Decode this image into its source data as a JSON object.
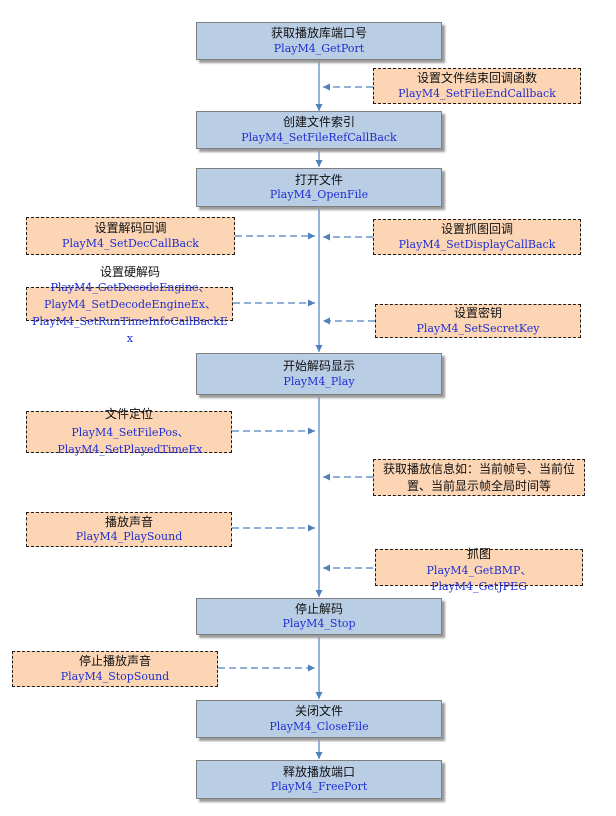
{
  "main_steps": [
    {
      "label": "获取播放库端口号",
      "api": "PlayM4_GetPort"
    },
    {
      "label": "创建文件索引",
      "api": "PlayM4_SetFileRefCallBack"
    },
    {
      "label": "打开文件",
      "api": "PlayM4_OpenFile"
    },
    {
      "label": "开始解码显示",
      "api": "PlayM4_Play"
    },
    {
      "label": "停止解码",
      "api": "PlayM4_Stop"
    },
    {
      "label": "关闭文件",
      "api": "PlayM4_CloseFile"
    },
    {
      "label": "释放播放端口",
      "api": "PlayM4_FreePort"
    }
  ],
  "side_steps": [
    {
      "label": "设置文件结束回调函数",
      "api": "PlayM4_SetFileEndCallback"
    },
    {
      "label": "设置解码回调",
      "api": "PlayM4_SetDecCallBack"
    },
    {
      "label": "设置抓图回调",
      "api": "PlayM4_SetDisplayCallBack"
    },
    {
      "label": "设置硬解码",
      "api_lines": [
        "PlayM4_GetDecodeEngine、",
        "PlayM4_SetDecodeEngineEx、",
        "PlayM4_SetRunTimeInfoCallBackE",
        "x"
      ]
    },
    {
      "label": "设置密钥",
      "api": "PlayM4_SetSecretKey"
    },
    {
      "label": "文件定位",
      "api_lines": [
        "PlayM4_SetFilePos、",
        "PlayM4_SetPlayedTimeEx"
      ]
    },
    {
      "label_lines": [
        "获取播放信息如：当前帧号、当前位",
        "置、当前显示帧全局时间等"
      ]
    },
    {
      "label": "播放声音",
      "api": "PlayM4_PlaySound"
    },
    {
      "label": "抓图",
      "api_lines": [
        "PlayM4_GetBMP、",
        "PlayM4_GetJPEG"
      ]
    },
    {
      "label": "停止播放声音",
      "api": "PlayM4_StopSound"
    }
  ],
  "colors": {
    "main_fill": "#b9cde5",
    "side_fill": "#fcd5b5",
    "connector": "#4f81bd",
    "api_text": "#1f2fd2"
  }
}
